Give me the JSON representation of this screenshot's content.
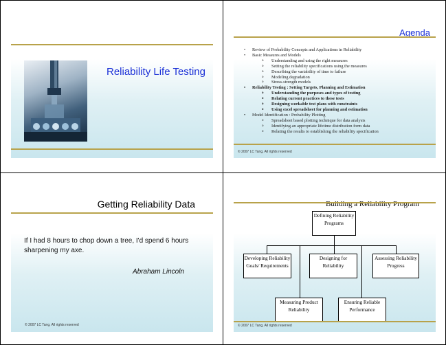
{
  "slide1": {
    "title": "Reliability Life Testing"
  },
  "slide2": {
    "title": "Agenda",
    "items": [
      {
        "text": "Review of Probability Concepts and Applications in Reliability",
        "level": 1,
        "bold": false
      },
      {
        "text": "Basic Measures and Models",
        "level": 1,
        "bold": false
      },
      {
        "text": "Understanding and using the right measures",
        "level": 2,
        "bold": false
      },
      {
        "text": "Setting the reliability specifications using the measures",
        "level": 2,
        "bold": false
      },
      {
        "text": "Describing the variability of time to failure",
        "level": 2,
        "bold": false
      },
      {
        "text": "Modeling degradation",
        "level": 2,
        "bold": false
      },
      {
        "text": "Stress-strength models",
        "level": 2,
        "bold": false
      },
      {
        "text": "Reliability Testing : Setting Targets, Planning and Estimation",
        "level": 1,
        "bold": true
      },
      {
        "text": "Understanding the purposes and types of testing",
        "level": 2,
        "bold": true
      },
      {
        "text": "Relating current practices to these tests",
        "level": 2,
        "bold": true
      },
      {
        "text": "Designing workable test plans with constraints",
        "level": 2,
        "bold": true
      },
      {
        "text": "Using excel spreadsheet for planning and estimation",
        "level": 2,
        "bold": true
      },
      {
        "text": "Model Identification : Probability Plotting",
        "level": 1,
        "bold": false
      },
      {
        "text": "Spreadsheet based plotting technique for data analysis",
        "level": 2,
        "bold": false
      },
      {
        "text": "Identifying an appropriate lifetime distribution form data",
        "level": 2,
        "bold": false
      },
      {
        "text": "Relating the results to establishing the reliability specification",
        "level": 2,
        "bold": false
      }
    ],
    "copyright": "© 2007 LC Tang, All rights reserved"
  },
  "slide3": {
    "title": "Getting Reliability Data",
    "quote": "If I had 8 hours to chop down a tree, I'd spend 6 hours sharpening my axe.",
    "author": "Abraham Lincoln",
    "copyright": "© 2007 LC Tang, All rights reserved"
  },
  "slide4": {
    "title": "Building a Reliability Program",
    "boxes": {
      "defining": "Defining Reliability Programs",
      "developing": "Developing Reliability Goals/ Requirements",
      "designing": "Designing for Reliability",
      "assessing": "Assessing Reliability Progress",
      "measuring": "Measuring Product Reliability",
      "ensuring": "Ensuring Reliable Performance"
    },
    "copyright": "© 2007 LC Tang, All rights reserved"
  }
}
